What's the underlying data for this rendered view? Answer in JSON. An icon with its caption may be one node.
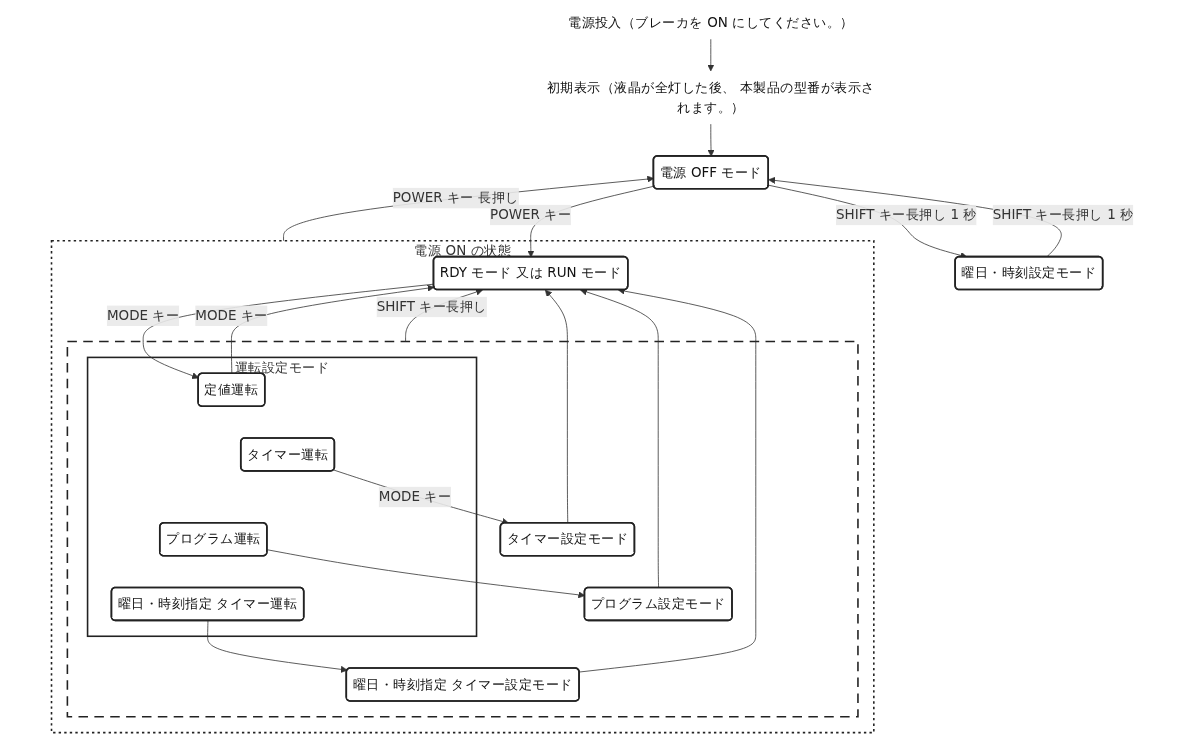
{
  "diagram": {
    "nodes": [
      {
        "text": [
          "電源投入（ブレーカを ON にしてください。）"
        ]
      },
      {
        "text": [
          "初期表示（液晶が全灯した後、 本製品の型番が表示されます。）"
        ]
      },
      {
        "text": [
          "電源 OFF モード"
        ]
      },
      {
        "text": [
          "曜日・時刻設定モード"
        ]
      },
      {
        "text": [
          "電源 ON の状態"
        ]
      },
      {
        "text": [
          "RDY モード 又は RUN モード"
        ],
        "in": 4
      },
      {
        "text": [],
        "shape": "box",
        "in": 4
      },
      {
        "text": [
          "運転設定モード"
        ],
        "in": 6
      },
      {
        "text": [
          "定値運転"
        ],
        "in": 7
      },
      {
        "text": [
          "タイマー運転"
        ],
        "in": 7
      },
      {
        "text": [
          "プログラム運転"
        ],
        "in": 7
      },
      {
        "text": [
          "曜日・時刻指定 タイマー運転"
        ],
        "in": 7
      },
      {
        "text": [
          "タイマー設定モード"
        ],
        "in": 6
      },
      {
        "text": [
          "プログラム設定モード"
        ],
        "in": 6
      },
      {
        "text": [
          "曜日・時刻指定 タイマー設定モード"
        ],
        "in": 6
      }
    ],
    "edges": [
      {
        "from": 0,
        "to": 1,
        "arrow": "to"
      },
      {
        "from": 1,
        "to": 2,
        "arrow": "to"
      },
      {
        "from": 2,
        "to": 3,
        "arrow": "to",
        "label": "SHIFT キー長押し 1 秒"
      },
      {
        "from": 3,
        "to": 2,
        "arrow": "to",
        "label": "SHIFT キー長押し 1 秒"
      },
      {
        "from": 4,
        "to": 2,
        "arrow": "to",
        "label": "POWER キー 長押し"
      },
      {
        "from": 2,
        "to": 5,
        "arrow": "to",
        "label": "POWER キー"
      },
      {
        "from": 5,
        "to": 8,
        "arrow": "to",
        "label": "MODE キー"
      },
      {
        "from": 6,
        "to": 5,
        "arrow": "to",
        "label": "SHIFT キー長押し"
      },
      {
        "from": 9,
        "to": 12,
        "arrow": "to",
        "label": "MODE キー"
      },
      {
        "from": 10,
        "to": 13,
        "arrow": "to"
      },
      {
        "from": 11,
        "to": 14,
        "arrow": "to"
      },
      {
        "from": 8,
        "to": 5,
        "arrow": "to",
        "label": "MODE キー"
      },
      {
        "from": 12,
        "to": 5,
        "arrow": "to"
      },
      {
        "from": 13,
        "to": 5,
        "arrow": "to"
      },
      {
        "from": 14,
        "to": 5,
        "arrow": "to"
      }
    ]
  }
}
